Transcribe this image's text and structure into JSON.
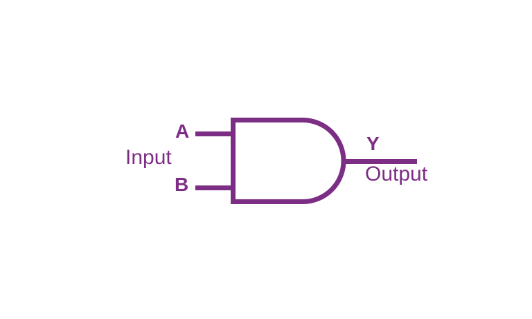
{
  "diagram": {
    "labels": {
      "input_a": "A",
      "input_b": "B",
      "inputs_caption": "Input",
      "output_y": "Y",
      "output_caption": "Output"
    }
  },
  "colors": {
    "accent": "#7C2E84",
    "background": "#FFFFFF"
  }
}
